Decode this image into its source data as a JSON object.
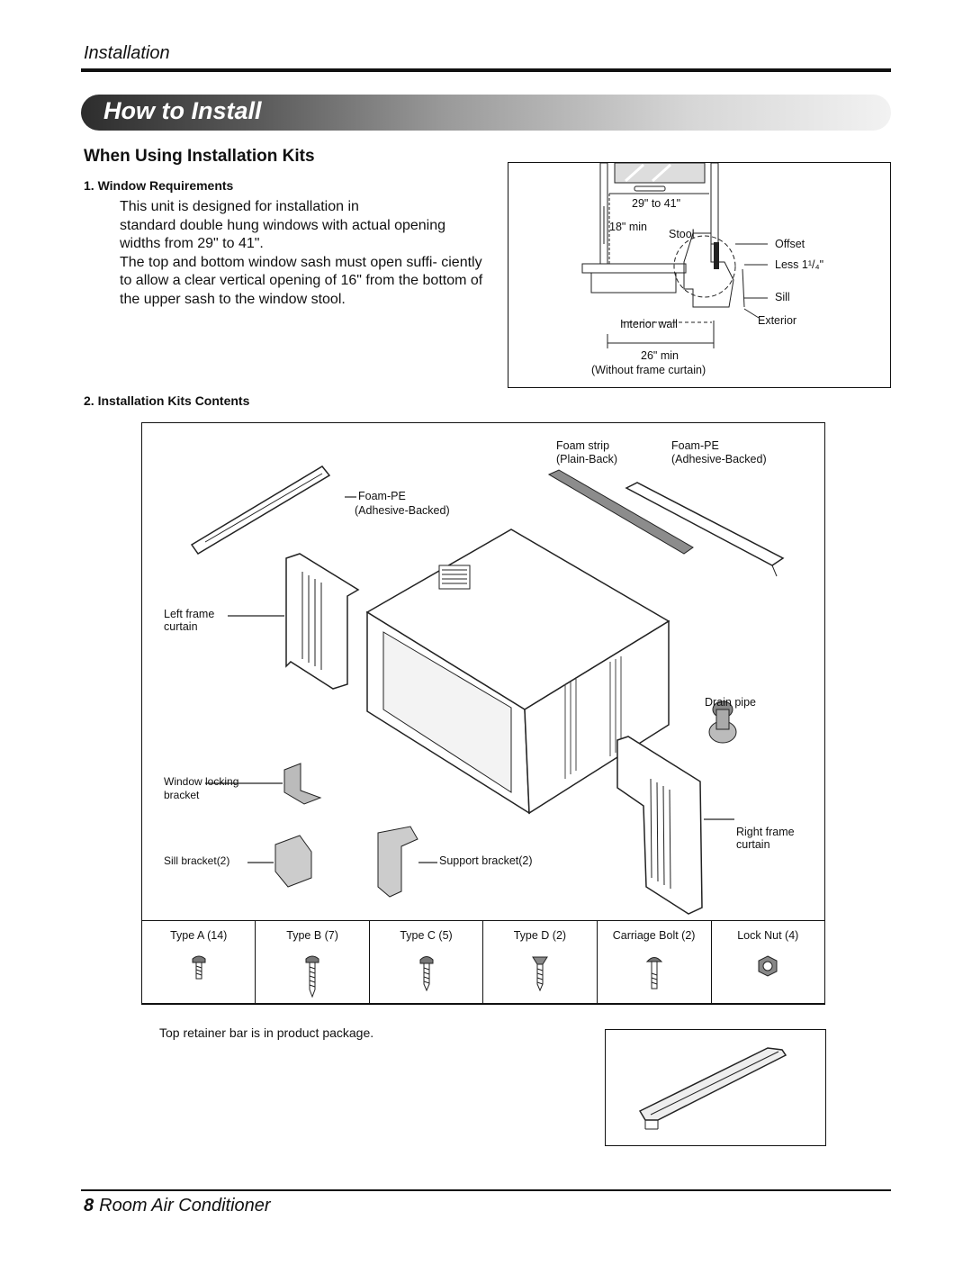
{
  "header": {
    "section": "Installation",
    "banner_title": "How to Install"
  },
  "heading": "When Using Installation Kits",
  "window_requirements": {
    "title": "1. Window Requirements",
    "p1": "This unit is designed for installation in",
    "p2": "standard double hung windows with actual opening widths from 29\" to 41\".",
    "p3": "The top and bottom window sash must open suffi- ciently to allow a clear vertical opening of 16\" from the bottom of the upper sash to the window stool."
  },
  "window_diagram": {
    "width_range": "29\" to 41\"",
    "min_height": "18\" min",
    "stool": "Stool",
    "offset": "Offset",
    "less": "Less 1¹/₄\"",
    "sill": "Sill",
    "interior_wall": "Interior wall",
    "exterior": "Exterior",
    "min_depth": "26\" min",
    "depth_note": "(Without frame curtain)"
  },
  "kits": {
    "title": "2. Installation Kits Contents",
    "labels": {
      "foam_strip": "Foam strip",
      "plain_back": "(Plain-Back)",
      "foam_pe_1": "Foam-PE",
      "adhesive_1": "(Adhesive-Backed)",
      "foam_pe_2": "Foam-PE",
      "adhesive_2": "(Adhesive-Backed)",
      "left_frame": "Left frame",
      "curtain_l": "curtain",
      "drain_pipe": "Drain pipe",
      "window_locking": "Window locking",
      "bracket": "bracket",
      "right_frame": "Right frame",
      "curtain_r": "curtain",
      "sill_bracket": "Sill bracket(2)",
      "support_bracket": "Support bracket(2)"
    },
    "hardware": [
      "Type A (14)",
      "Type B (7)",
      "Type C (5)",
      "Type D (2)",
      "Carriage Bolt  (2)",
      "Lock Nut  (4)"
    ]
  },
  "note": "Top retainer bar is in product package.",
  "footer": {
    "page": "8",
    "title": "Room Air Conditioner"
  }
}
